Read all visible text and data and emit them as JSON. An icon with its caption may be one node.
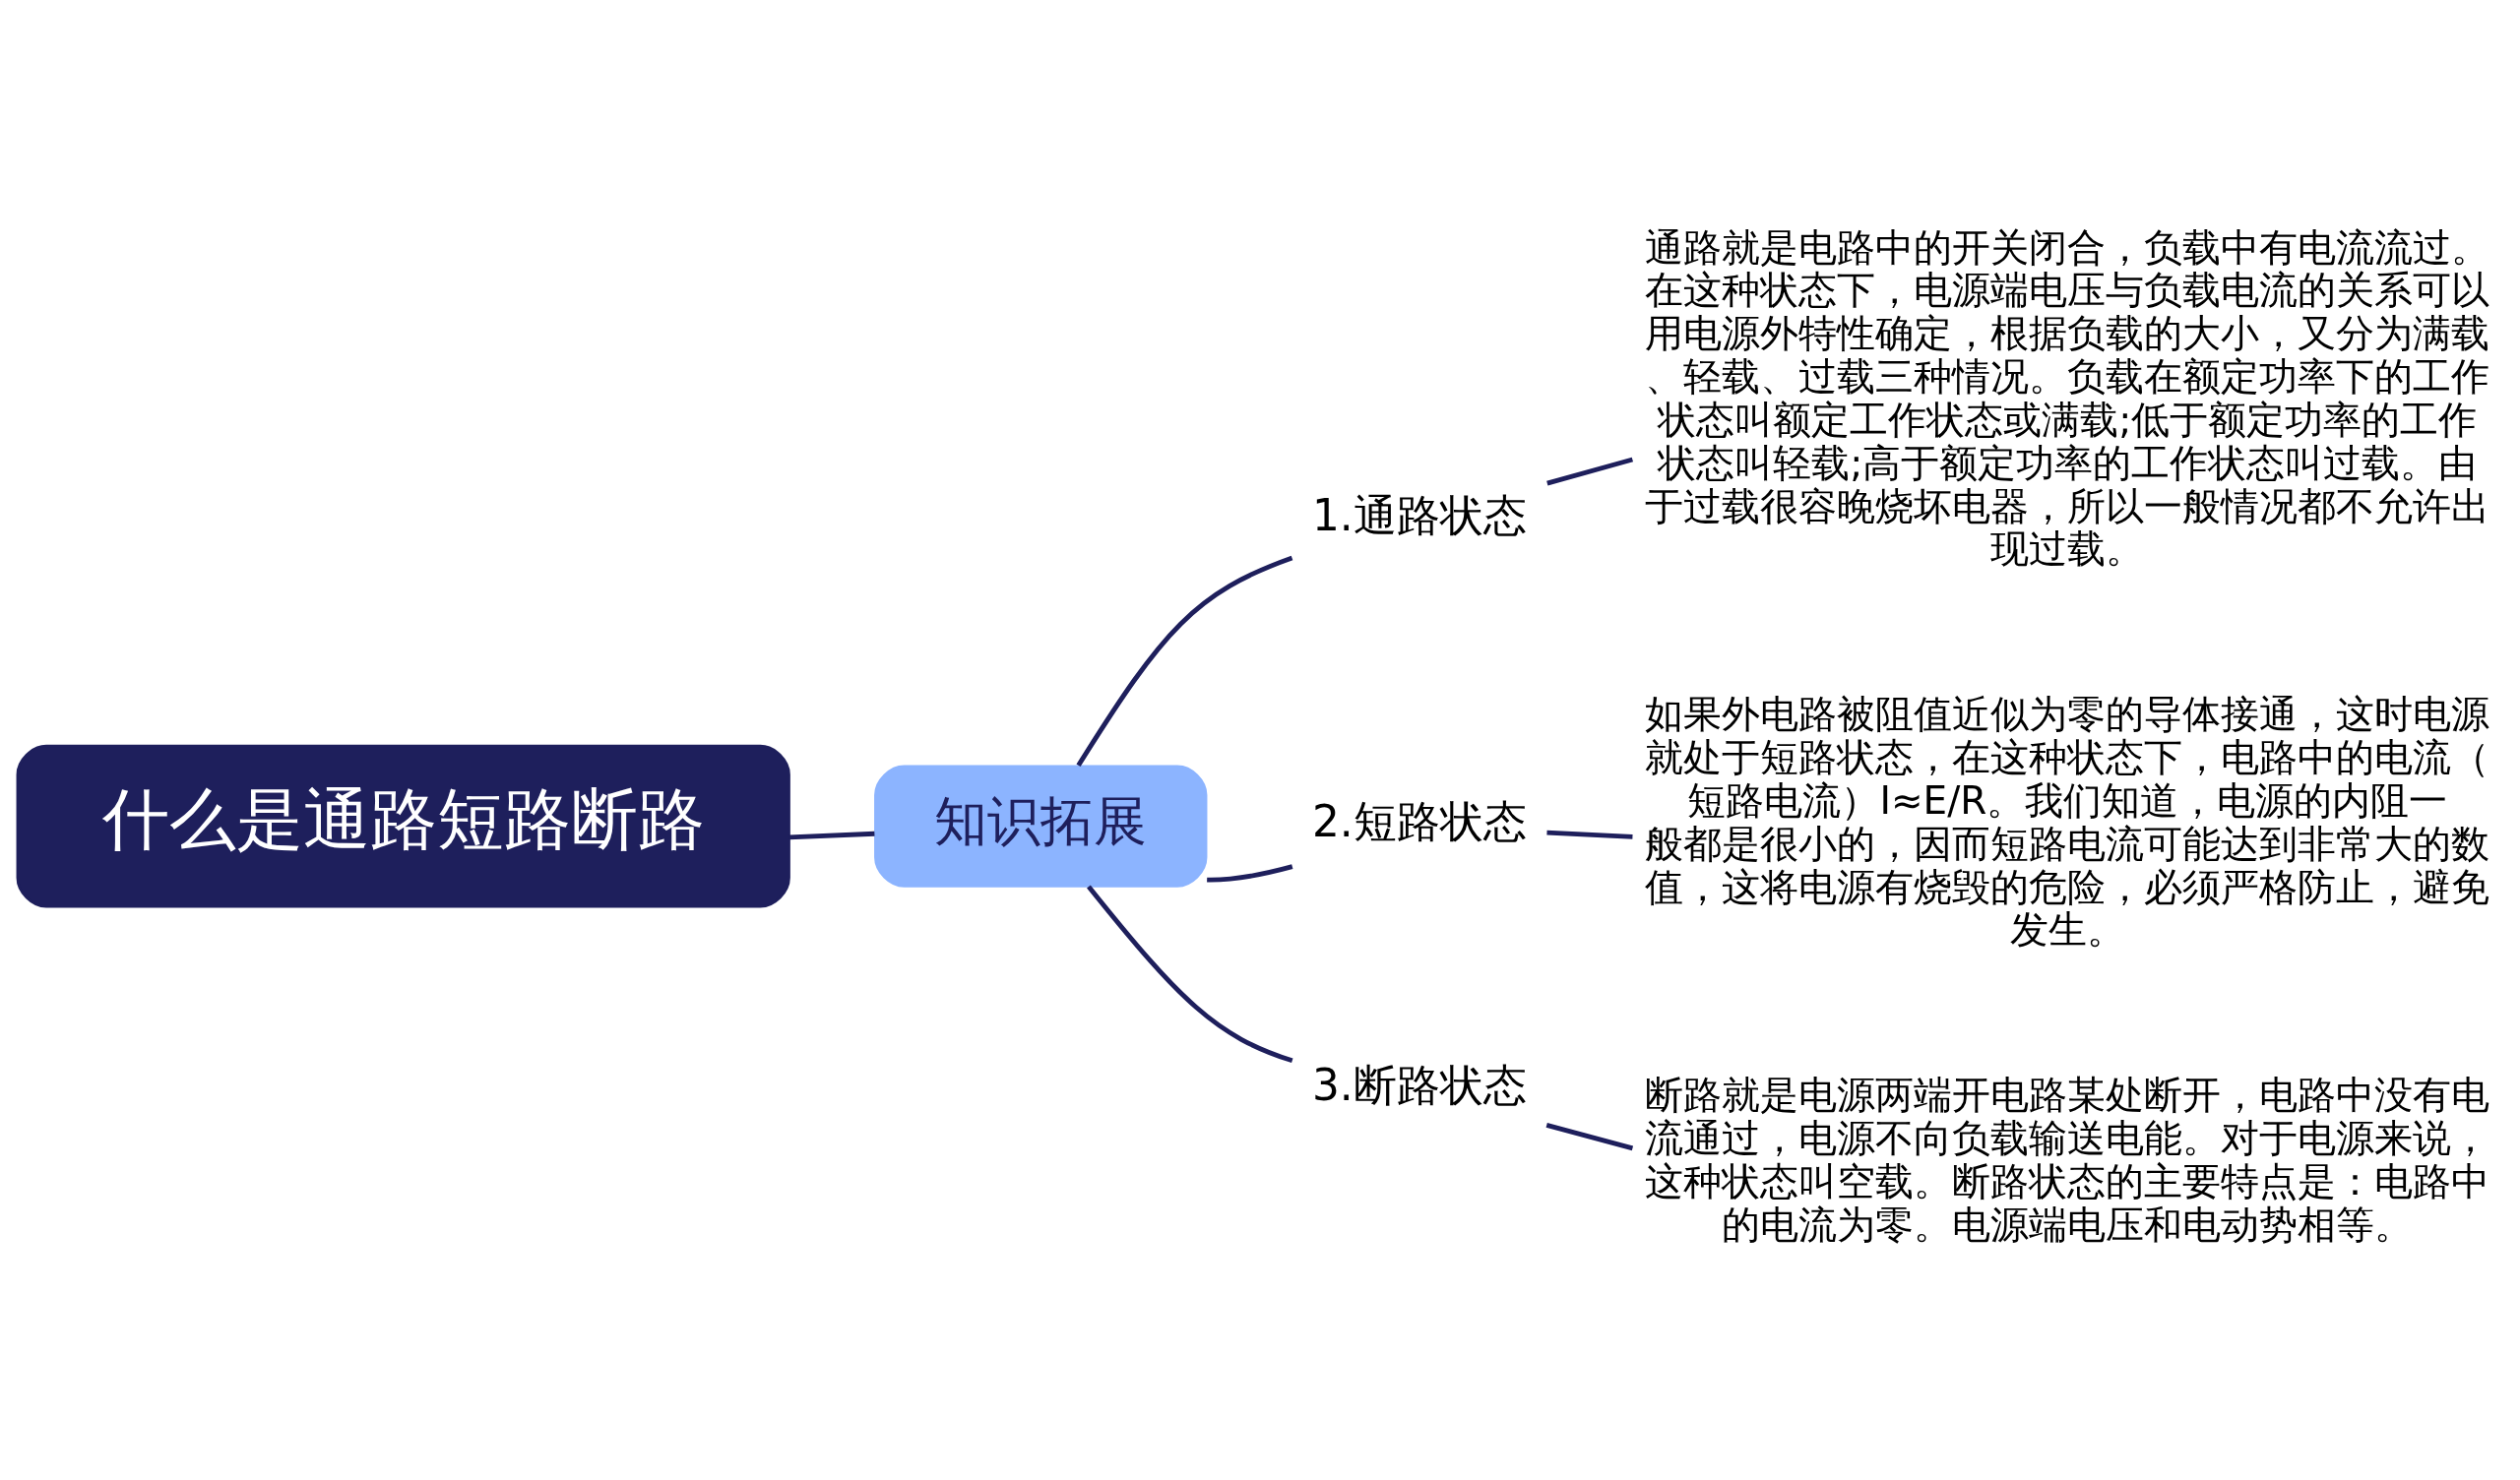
{
  "diagram": {
    "nodes": [
      {
        "text": [
          "什么是通路短路断路"
        ]
      },
      {
        "text": [
          "知识拓展"
        ]
      },
      {
        "text": [
          "1.通路状态"
        ]
      },
      {
        "text": [
          "通路就是电路中的开关闭合，负载中有电流流过。在这种状态下，电源端电压与负载电流的关系可以用电源外特性确定，根据负载的大小，又分为满载、轻载、过载三种情况。负载在额定功率下的工作状态叫额定工作状态或满载;低于额定功率的工作状态叫轻载;高于额定功率的工作状态叫过载。由于过载很容晚烧坏电器，所以一般情况都不允许出现过载。"
        ]
      },
      {
        "text": [
          "2.短路状态"
        ]
      },
      {
        "text": [
          "如果外电路被阻值近似为零的导体接通，这时电源就处于短路状态，在这种状态下，电路中的电流（短路电流）I≈E/R。我们知道，电源的内阻一般都是很小的，因而短路电流可能达到非常大的数值，这将电源有烧毁的危险，必须严格防止，避免发生。"
        ]
      },
      {
        "text": [
          "3.断路状态"
        ]
      },
      {
        "text": [
          "断路就是电源两端开电路某处断开，电路中没有电流通过，电源不向负载输送电能。对于电源来说，这种状态叫空载。断路状态的主要特点是：电路中的电流为零。电源端电压和电动势相等。"
        ]
      }
    ],
    "edges": [
      {
        "from": 0,
        "to": 1,
        "arrow": "none"
      },
      {
        "from": 1,
        "to": 2,
        "arrow": "none"
      },
      {
        "from": 2,
        "to": 3,
        "arrow": "none"
      },
      {
        "from": 1,
        "to": 4,
        "arrow": "none"
      },
      {
        "from": 4,
        "to": 5,
        "arrow": "none"
      },
      {
        "from": 1,
        "to": 6,
        "arrow": "none"
      },
      {
        "from": 6,
        "to": 7,
        "arrow": "none"
      }
    ]
  }
}
